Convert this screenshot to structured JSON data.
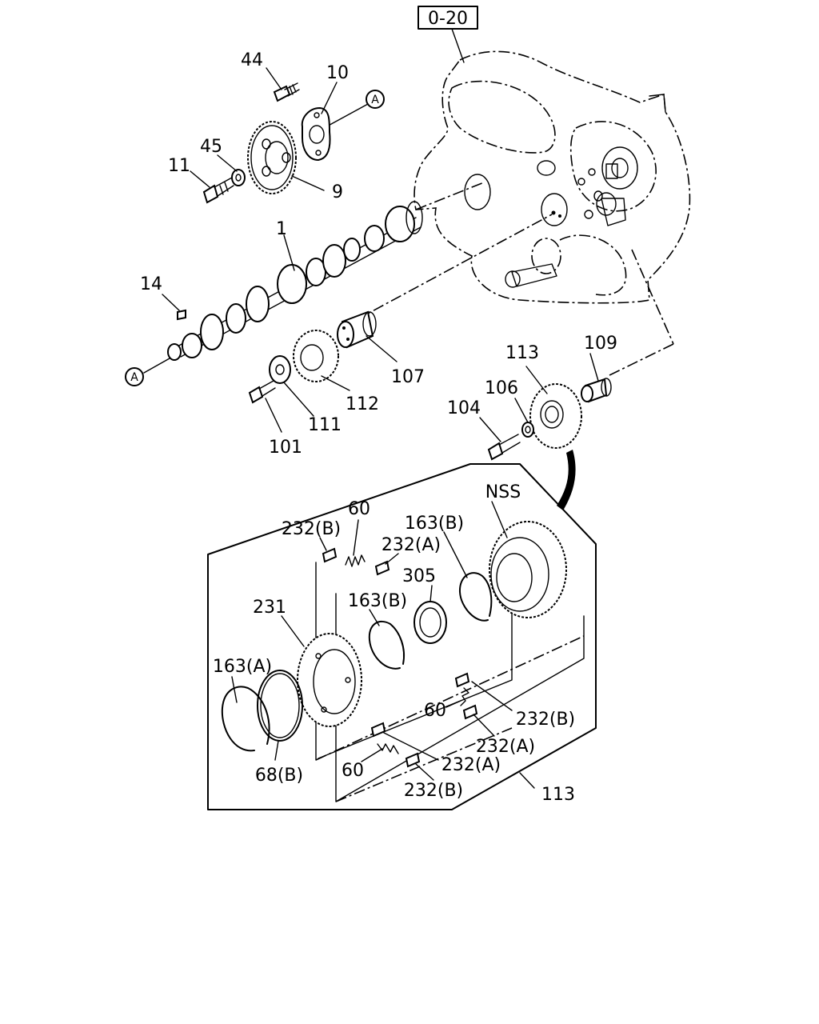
{
  "reference": "0-20",
  "callout": "A",
  "labels": {
    "p44": "44",
    "p10": "10",
    "p45": "45",
    "p11": "11",
    "p9": "9",
    "p1": "1",
    "p14": "14",
    "p107": "107",
    "p112": "112",
    "p111": "111",
    "p101": "101",
    "p113top": "113",
    "p109": "109",
    "p106": "106",
    "p104": "104",
    "nss": "NSS",
    "p60a": "60",
    "p232b_a": "232(B)",
    "p163b_a": "163(B)",
    "p232a_a": "232(A)",
    "p305": "305",
    "p163b_b": "163(B)",
    "p231": "231",
    "p163a": "163(A)",
    "p68b": "68(B)",
    "p60b": "60",
    "p232b_b": "232(B)",
    "p232a_b": "232(A)",
    "p60c": "60",
    "p232a_c": "232(A)",
    "p232b_c": "232(B)",
    "p113bot": "113"
  }
}
